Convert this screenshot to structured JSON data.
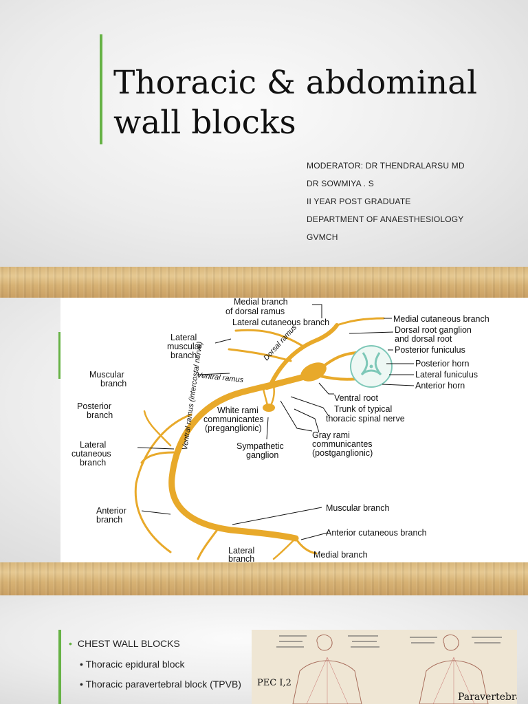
{
  "slide1": {
    "title_line1": "Thoracic & abdominal",
    "title_line2": "wall blocks",
    "info": [
      "MODERATOR: DR THENDRALARSU MD",
      "DR SOWMIYA . S",
      "II  YEAR POST GRADUATE",
      "DEPARTMENT OF ANAESTHESIOLOGY",
      "GVMCH"
    ]
  },
  "slide2": {
    "labels": {
      "medial_branch_dorsal_1": "Medial branch",
      "medial_branch_dorsal_2": "of dorsal ramus",
      "lateral_cutaneous_branch_top": "Lateral cutaneous branch",
      "medial_cutaneous_branch": "Medial cutaneous branch",
      "dorsal_root_ganglion_1": "Dorsal root ganglion",
      "dorsal_root_ganglion_2": "and dorsal root",
      "posterior_funiculus": "Posterior funiculus",
      "posterior_horn": "Posterior horn",
      "lateral_funiculus": "Lateral funiculus",
      "anterior_horn": "Anterior horn",
      "lateral_muscular_1": "Lateral",
      "lateral_muscular_2": "muscular",
      "lateral_muscular_3": "branch",
      "dorsal_ramus": "Dorsal ramus",
      "ventral_ramus": "Ventral ramus",
      "muscular_branch_left_1": "Muscular",
      "muscular_branch_left_2": "branch",
      "posterior_branch_1": "Posterior",
      "posterior_branch_2": "branch",
      "lateral_cutaneous_left_1": "Lateral",
      "lateral_cutaneous_left_2": "cutaneous",
      "lateral_cutaneous_left_3": "branch",
      "anterior_branch_1": "Anterior",
      "anterior_branch_2": "branch",
      "white_rami_1": "White rami",
      "white_rami_2": "communicantes",
      "white_rami_3": "(preganglionic)",
      "ventral_root": "Ventral root",
      "trunk_1": "Trunk of typical",
      "trunk_2": "thoracic spinal nerve",
      "gray_rami_1": "Gray rami",
      "gray_rami_2": "communicantes",
      "gray_rami_3": "(postganglionic)",
      "sympathetic_1": "Sympathetic",
      "sympathetic_2": "ganglion",
      "intercostal_nerve": "Ventral ramus (intercostal nerve)",
      "muscular_branch_right": "Muscular branch",
      "anterior_cutaneous_branch": "Anterior cutaneous branch",
      "lateral_branch_1": "Lateral",
      "lateral_branch_2": "branch",
      "medial_branch_bottom": "Medial branch"
    }
  },
  "slide3": {
    "heading": "CHEST WALL BLOCKS",
    "items": [
      "Thoracic epidural block",
      "Thoracic paravertebral block (TPVB)"
    ],
    "atlas_labels": {
      "pec": "PEC I,2",
      "paravertebral": "Paravertebral"
    }
  },
  "colors": {
    "accent": "#66b245",
    "nerve": "#e8a92a",
    "spinal_cord": "#7ec8b8"
  }
}
